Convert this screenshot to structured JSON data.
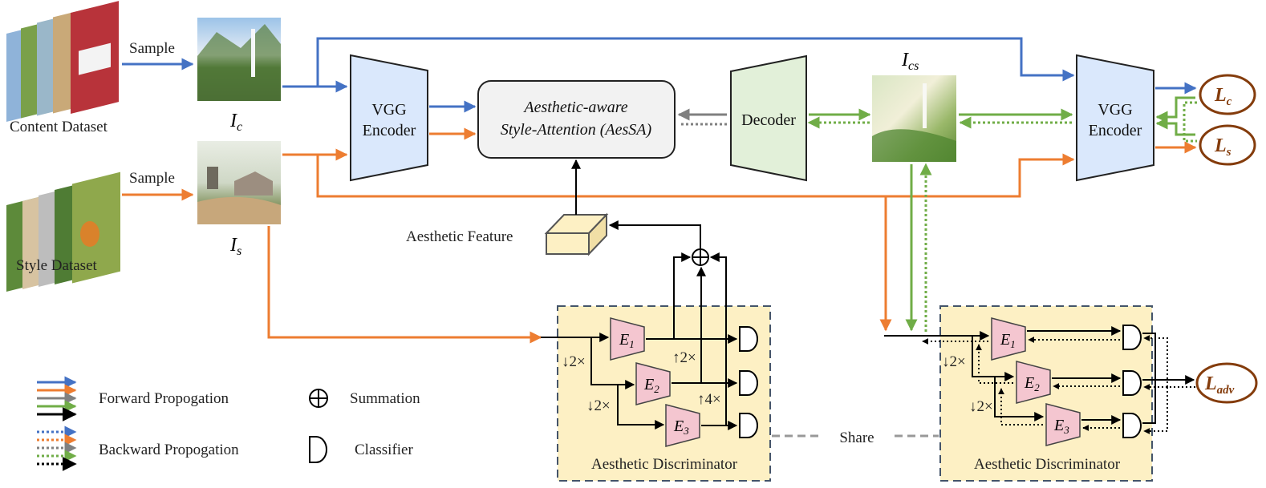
{
  "datasets": {
    "content_label": "Content Dataset",
    "style_label": "Style Dataset",
    "sample_label_1": "Sample",
    "sample_label_2": "Sample"
  },
  "images": {
    "content_var": "I",
    "content_sub": "c",
    "style_var": "I",
    "style_sub": "s",
    "output_var": "I",
    "output_sub": "cs"
  },
  "modules": {
    "encoder_line1": "VGG",
    "encoder_line2": "Encoder",
    "aessa_line1": "Aesthetic-aware",
    "aessa_line2": "Style-Attention (AesSA)",
    "decoder": "Decoder",
    "encoder2_line1": "VGG",
    "encoder2_line2": "Encoder",
    "aesthetic_feature": "Aesthetic Feature"
  },
  "losses": {
    "content_main": "L",
    "content_sub": "c",
    "style_main": "L",
    "style_sub": "s",
    "adv_main": "L",
    "adv_sub": "adv"
  },
  "discriminator": {
    "title_left": "Aesthetic Discriminator",
    "title_right": "Aesthetic Discriminator",
    "e1": "E",
    "e1_sub": "1",
    "e2": "E",
    "e2_sub": "2",
    "e3": "E",
    "e3_sub": "3",
    "down1": "↓2×",
    "down2": "↓2×",
    "up1": "↑2×",
    "up2": "↑4×",
    "share": "Share"
  },
  "legend": {
    "forward": "Forward Propogation",
    "backward": "Backward Propogation",
    "summation": "Summation",
    "classifier": "Classifier"
  },
  "colors": {
    "blue": "#4472c4",
    "orange": "#ed7d31",
    "gray": "#808080",
    "green": "#70ad47",
    "black": "#000000",
    "loss_brown": "#843c0c",
    "encoder_fill": "#dae8fc",
    "decoder_fill": "#e2f0d9",
    "disc_fill": "#fdf0c4",
    "e_fill": "#f4c6d0"
  }
}
